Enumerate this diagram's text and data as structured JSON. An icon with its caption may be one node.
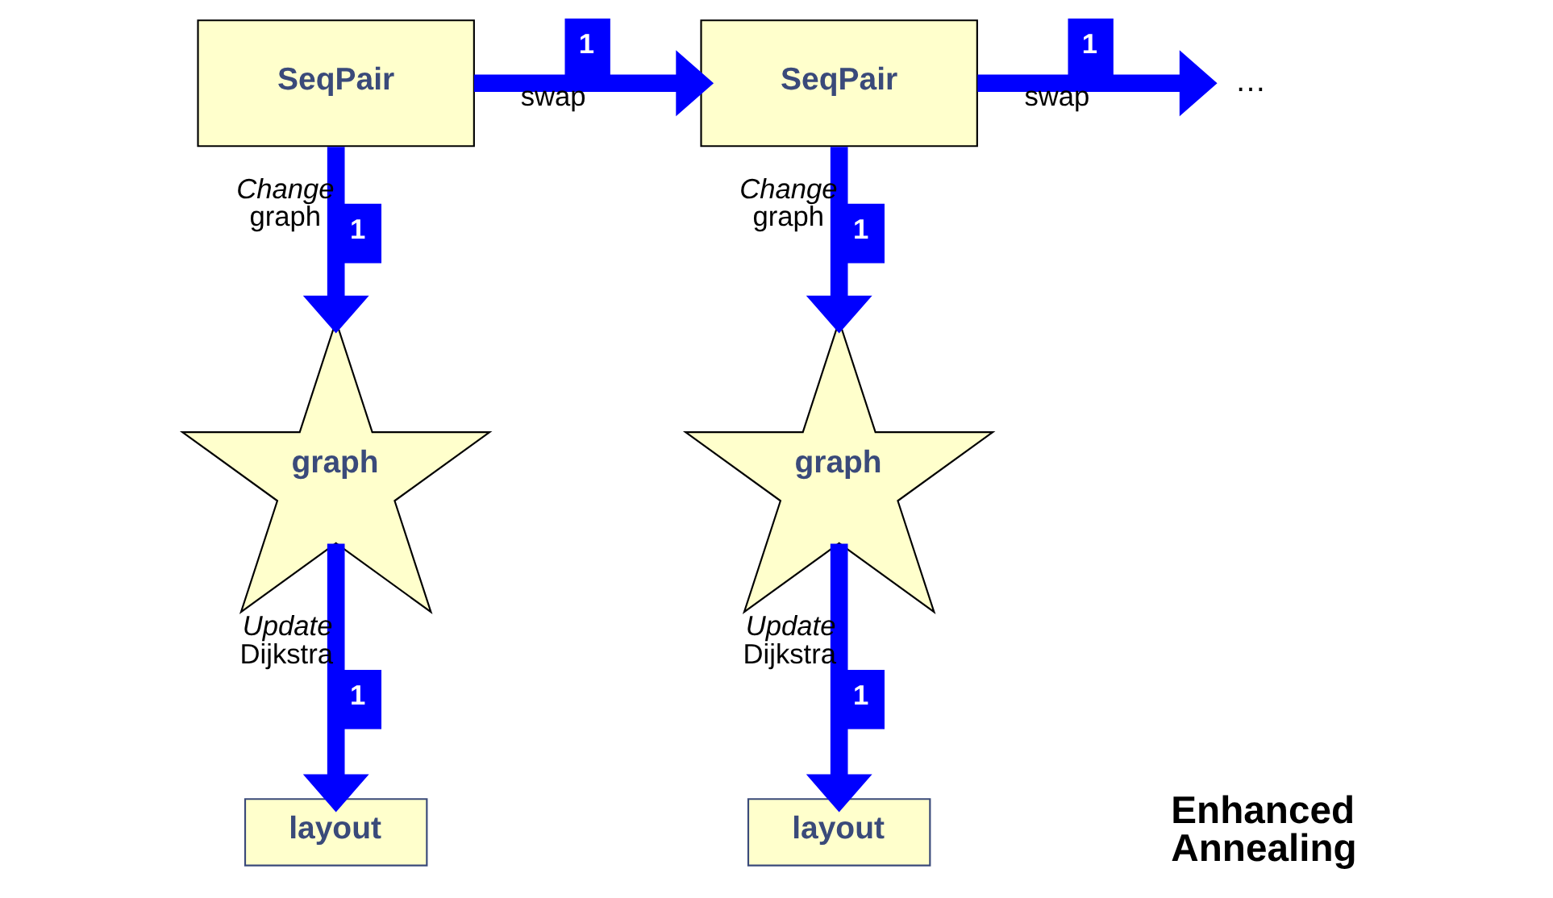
{
  "diagram": {
    "nodes": [
      {
        "text": [
          "SeqPair"
        ]
      },
      {
        "text": [
          "SeqPair"
        ]
      },
      {
        "text": [
          "…"
        ]
      },
      {
        "text": [
          "graph"
        ]
      },
      {
        "text": [
          "graph"
        ]
      },
      {
        "text": [
          "layout"
        ]
      },
      {
        "text": [
          "layout"
        ]
      }
    ],
    "edges": [
      {
        "from": 0,
        "to": 1,
        "arrow": "to",
        "label": "1"
      },
      {
        "from": 1,
        "to": 2,
        "arrow": "to",
        "label": "1"
      },
      {
        "from": 0,
        "to": 3,
        "arrow": "to",
        "label": "1"
      },
      {
        "from": 1,
        "to": 4,
        "arrow": "to",
        "label": "1"
      },
      {
        "from": 3,
        "to": 5,
        "arrow": "to",
        "label": "1"
      },
      {
        "from": 4,
        "to": 6,
        "arrow": "to",
        "label": "1"
      }
    ],
    "labels": [
      "swap",
      "swap",
      "*Change* graph",
      "*Change* graph",
      "*Update* Dijkstra",
      "*Update* Dijkstra",
      "Enhanced Annealing"
    ]
  }
}
